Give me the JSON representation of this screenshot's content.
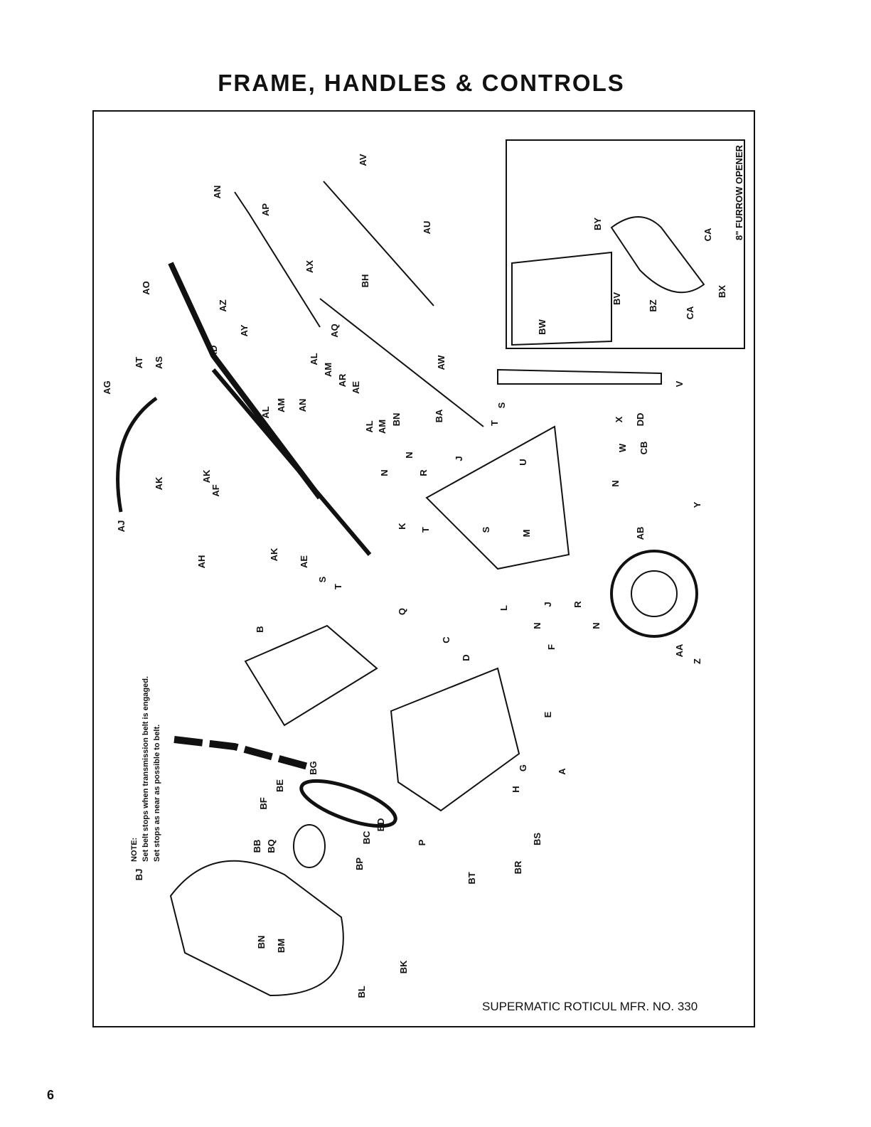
{
  "title": "FRAME, HANDLES & CONTROLS",
  "footer": "SUPERMATIC ROTICUL  MFR. NO. 330",
  "page_number": "6",
  "inset_title": "8\" FURROW OPENER",
  "note": {
    "heading": "NOTE:",
    "line1": "Set belt stops when transmission belt is engaged.",
    "line2": "Set stops as near as possible to belt."
  },
  "part_labels": [
    "AV",
    "AN",
    "AP",
    "AU",
    "AO",
    "AX",
    "BH",
    "AZ",
    "AY",
    "AQ",
    "AD",
    "AT",
    "AS",
    "AL",
    "AM",
    "AR",
    "AG",
    "AE",
    "AN",
    "AL",
    "AM",
    "AW",
    "BN",
    "AM",
    "AL",
    "BA",
    "AK",
    "AF",
    "AK",
    "AJ",
    "AH",
    "AK",
    "AE",
    "S",
    "T",
    "Q",
    "N",
    "N",
    "R",
    "J",
    "K",
    "T",
    "S",
    "M",
    "S",
    "T",
    "U",
    "V",
    "X",
    "DD",
    "W",
    "CB",
    "N",
    "AB",
    "Y",
    "L",
    "J",
    "R",
    "N",
    "N",
    "AA",
    "Z",
    "B",
    "C",
    "D",
    "F",
    "E",
    "A",
    "G",
    "H",
    "BG",
    "BE",
    "BF",
    "BD",
    "BC",
    "BB",
    "BQ",
    "BP",
    "P",
    "BS",
    "BT",
    "BR",
    "BJ",
    "BN",
    "BM",
    "BK",
    "BL",
    "BY",
    "CA",
    "BW",
    "BV",
    "BZ",
    "CA",
    "BX"
  ]
}
